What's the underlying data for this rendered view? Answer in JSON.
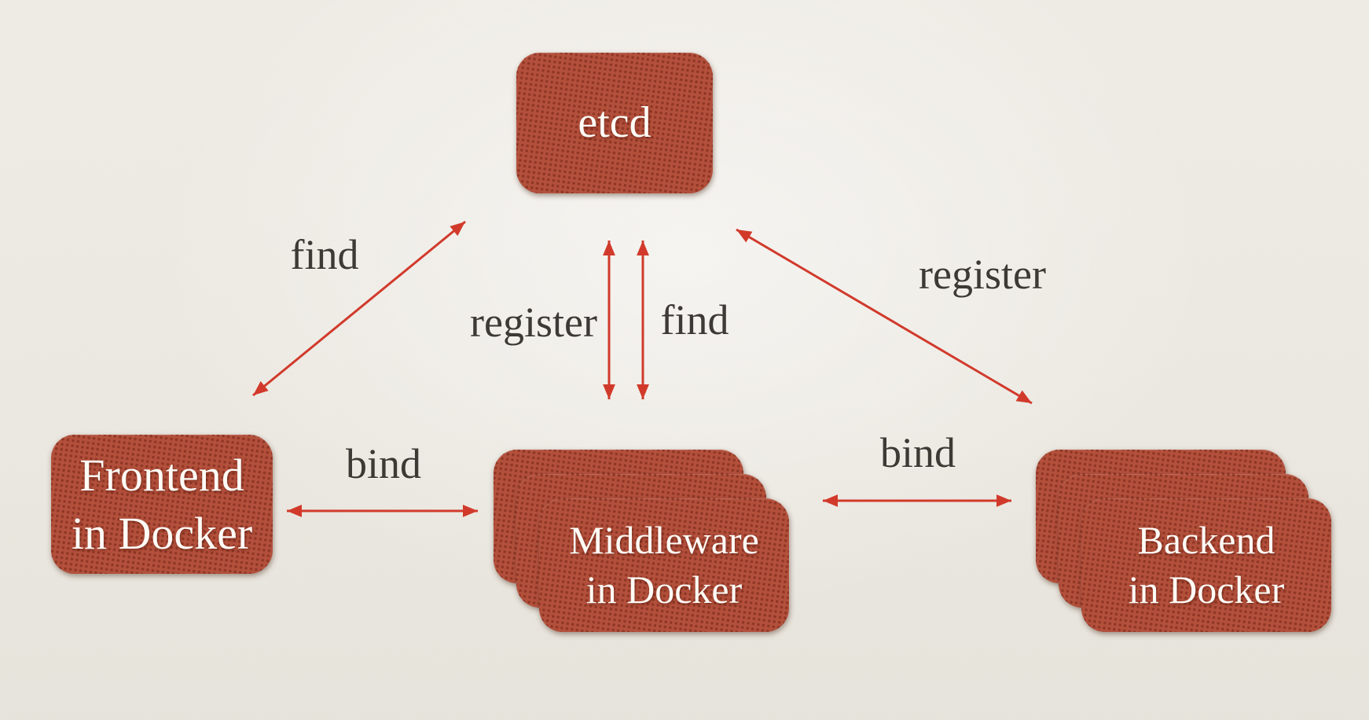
{
  "diagram": {
    "nodes": [
      {
        "id": "etcd",
        "lines": [
          "etcd"
        ],
        "instances": 1
      },
      {
        "id": "frontend",
        "lines": [
          "Frontend",
          "in Docker"
        ],
        "instances": 1
      },
      {
        "id": "middleware",
        "lines": [
          "Middleware",
          "in Docker"
        ],
        "instances": 3
      },
      {
        "id": "backend",
        "lines": [
          "Backend",
          "in Docker"
        ],
        "instances": 3
      }
    ],
    "edges": [
      {
        "from": "frontend",
        "to": "etcd",
        "label": "find",
        "direction": "both"
      },
      {
        "from": "middleware",
        "to": "etcd",
        "label": "register",
        "direction": "both"
      },
      {
        "from": "middleware",
        "to": "etcd",
        "label": "find",
        "direction": "both"
      },
      {
        "from": "backend",
        "to": "etcd",
        "label": "register",
        "direction": "both"
      },
      {
        "from": "frontend",
        "to": "middleware",
        "label": "bind",
        "direction": "both"
      },
      {
        "from": "middleware",
        "to": "backend",
        "label": "bind",
        "direction": "both"
      }
    ],
    "colors": {
      "background": "#edeae3",
      "node_fill": "#b3503c",
      "node_dot": "#8a3322",
      "node_text": "#fdfbf6",
      "arrow": "#d13a2b",
      "edge_label": "#3d3a36"
    }
  }
}
